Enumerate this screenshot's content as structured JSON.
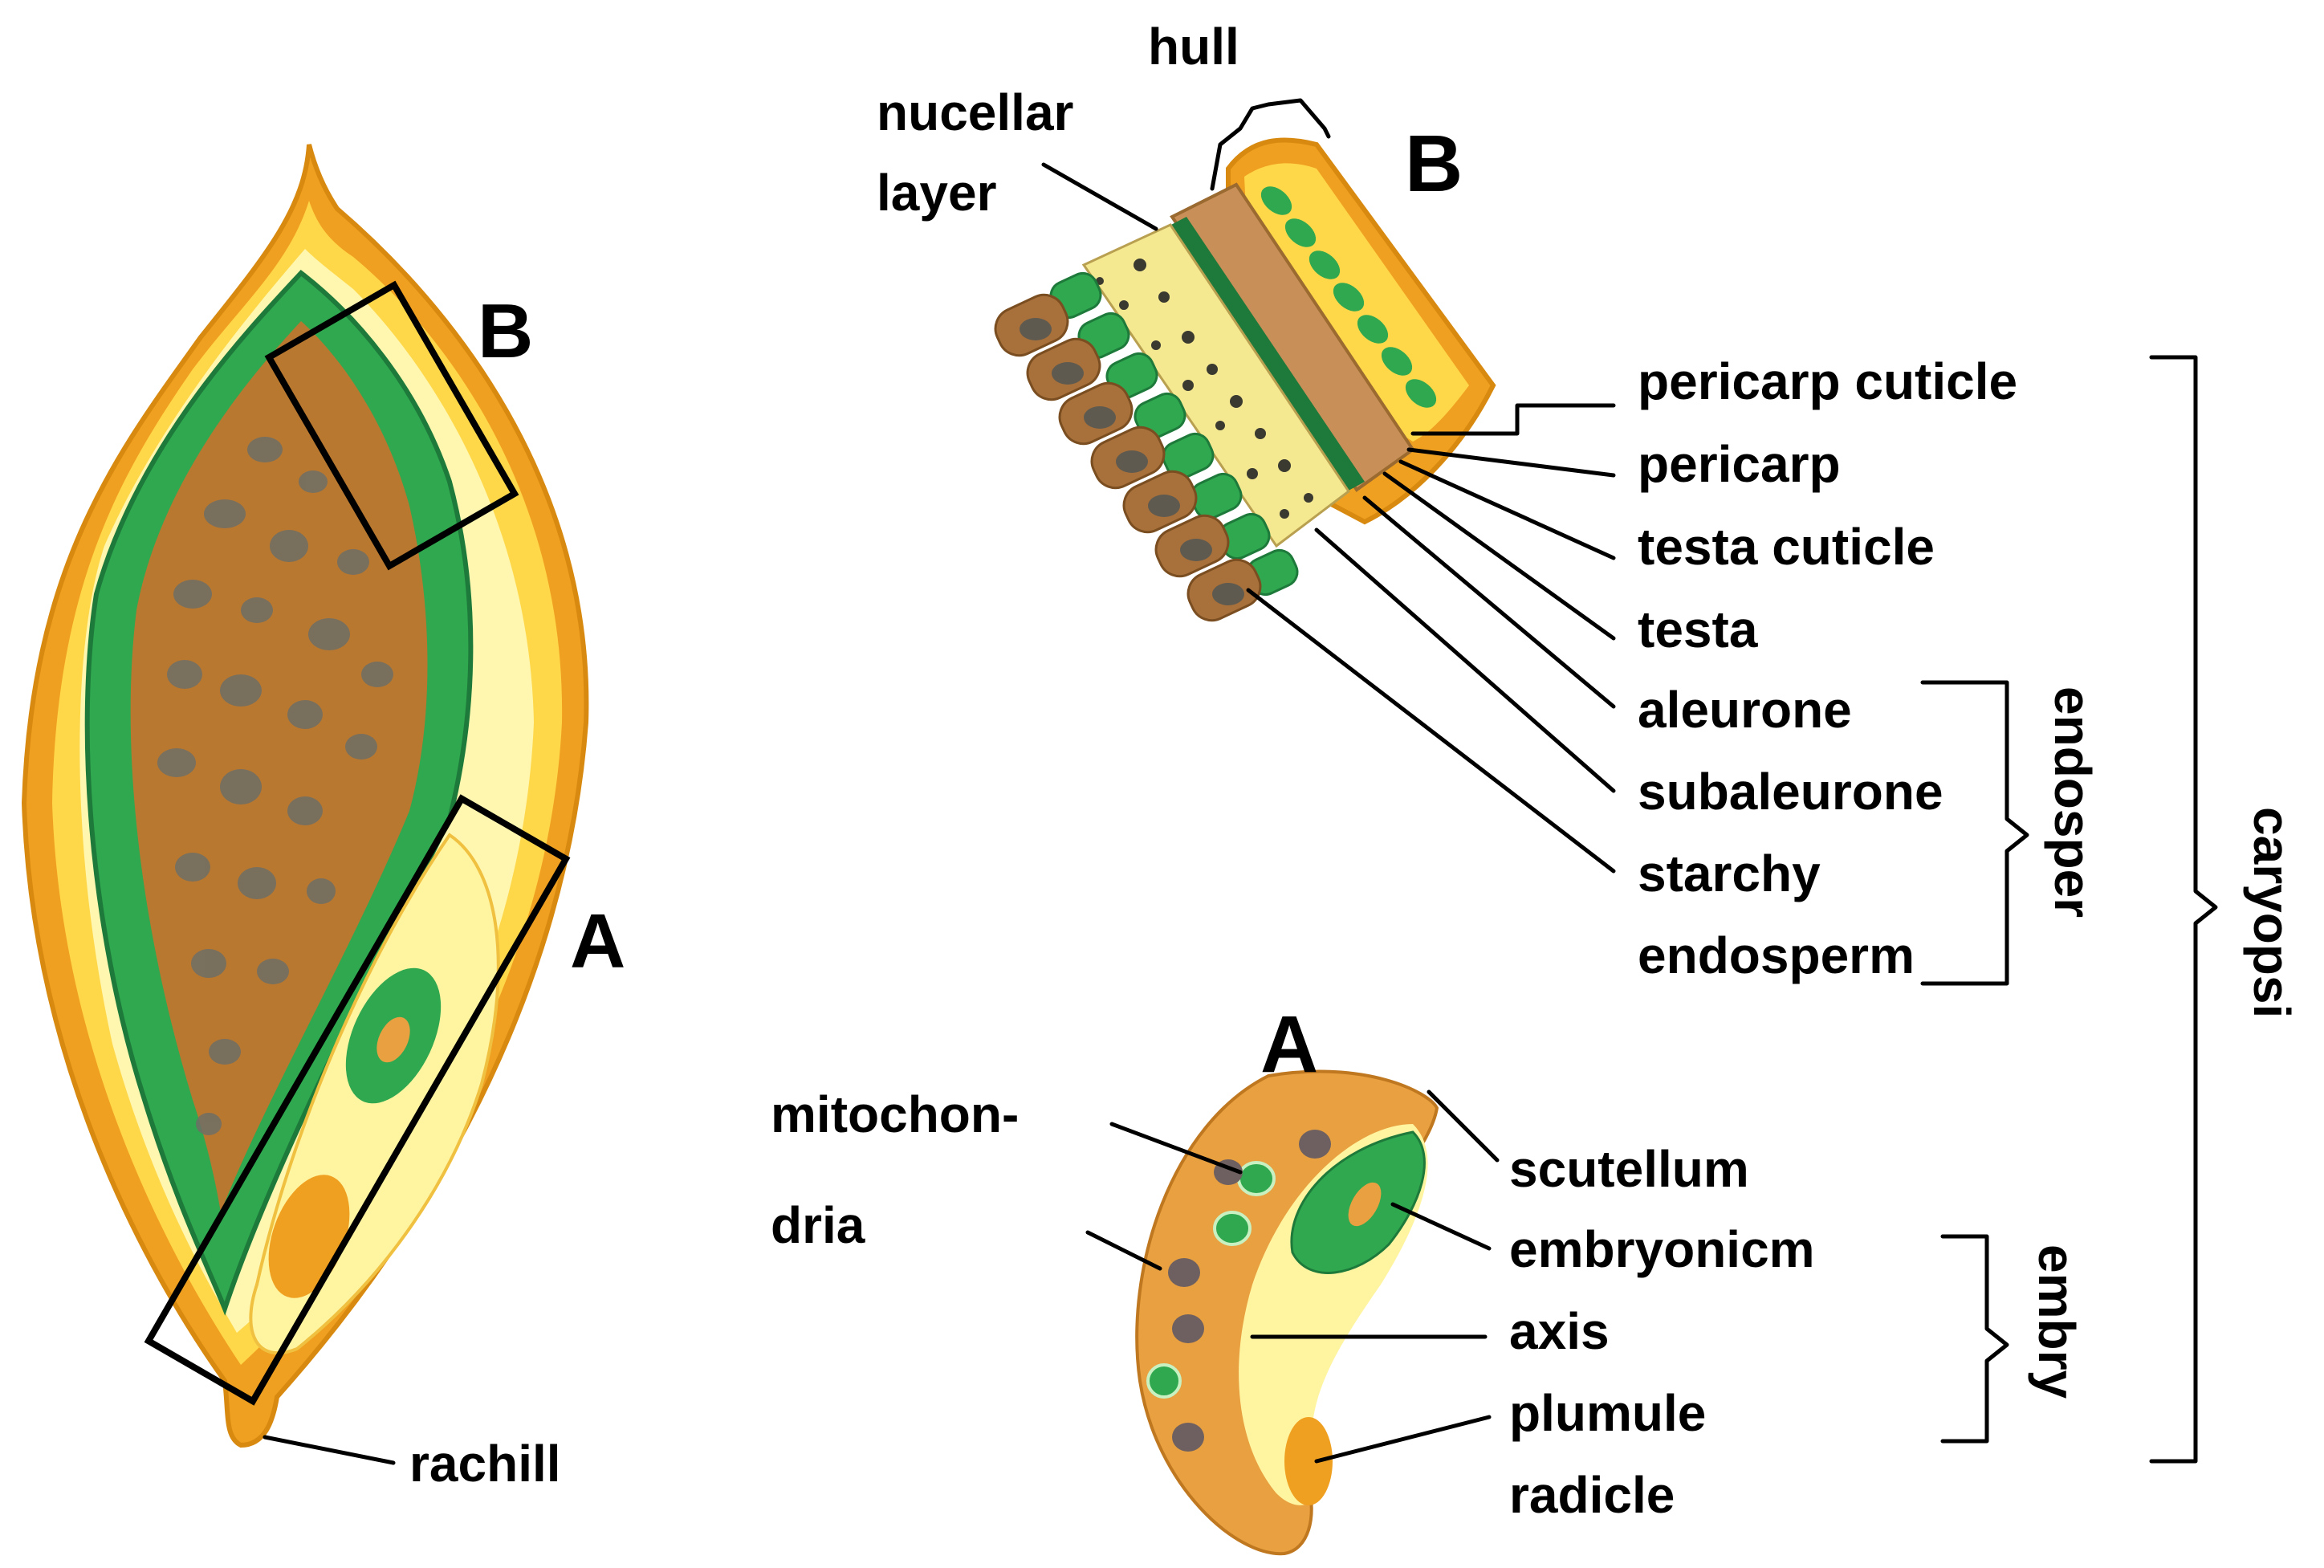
{
  "labels": {
    "hull": "hull",
    "nucellar_line1": "nucellar",
    "nucellar_line2": "layer",
    "section_b_panel": "B",
    "section_b_grain": "B",
    "section_a_panel": "A",
    "section_a_grain": "A",
    "pericarp_cuticle": "pericarp cuticle",
    "pericarp": "pericarp",
    "testa_cuticle": "testa cuticle",
    "testa": "testa",
    "aleurone": "aleurone",
    "subaleurone": "subaleurone",
    "starchy": "starchy",
    "endosperm": "endosperm",
    "endosper_group": "endosper",
    "caryopsi_group": "caryopsi",
    "mitochon_line1": "mitochon-",
    "mitochon_line2": "dria",
    "scutellum": "scutellum",
    "embryonicm": "embryonicm",
    "axis": "axis",
    "plumule": "plumule",
    "radicle": "radicle",
    "embry_group": "embry",
    "rachill": "rachill"
  },
  "colors": {
    "hull_orange": "#F0A020",
    "hull_yellow": "#FFD84A",
    "cream": "#FFF6B0",
    "aleurone_green": "#2FA84F",
    "dark_green": "#1E7A3A",
    "starch_brown": "#B87830",
    "starch_grey": "#6E6E66",
    "embryo_orange": "#E8A040",
    "embryo_pale": "#FFF4A0"
  }
}
